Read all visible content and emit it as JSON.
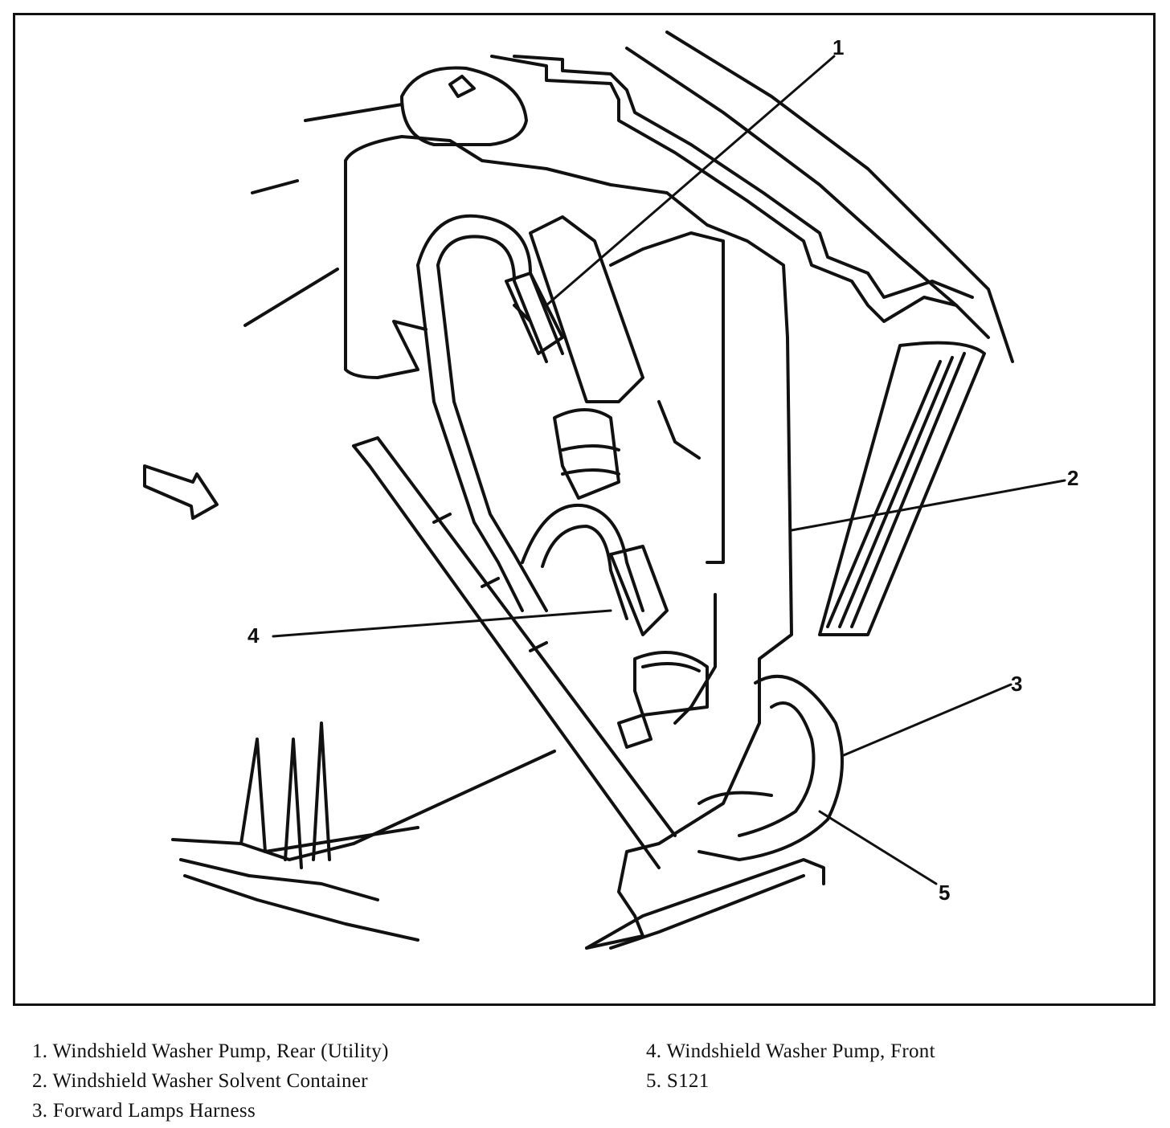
{
  "callouts": {
    "c1": "1",
    "c2": "2",
    "c3": "3",
    "c4": "4",
    "c5": "5"
  },
  "legend": {
    "left": [
      "1. Windshield Washer Pump, Rear (Utility)",
      "2. Windshield Washer Solvent Container",
      "3. Forward Lamps Harness"
    ],
    "right": [
      "4. Windshield Washer Pump, Front",
      "5. S121"
    ]
  }
}
